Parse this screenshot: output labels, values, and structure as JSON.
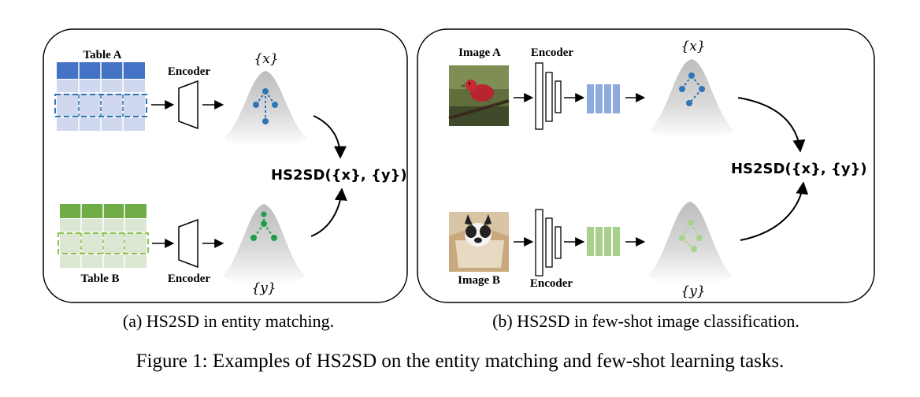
{
  "panel_a": {
    "table_a_label": "Table A",
    "table_b_label": "Table B",
    "encoder_top_label": "Encoder",
    "encoder_bottom_label": "Encoder",
    "set_top": "{x}",
    "set_bottom": "{y}",
    "metric": "HS2SD({x}, {y})",
    "caption": "(a)  HS2SD in entity matching.",
    "colors": {
      "blue": "#4472C4",
      "green": "#70AD47"
    }
  },
  "panel_b": {
    "image_a_label": "Image A",
    "image_b_label": "Image B",
    "encoder_top_label": "Encoder",
    "encoder_bottom_label": "Encoder",
    "set_top": "{x}",
    "set_bottom": "{y}",
    "metric": "HS2SD({x}, {y})",
    "caption": "(b)  HS2SD in few-shot image classification.",
    "image_a_icon": "bird-photo-icon",
    "image_b_icon": "dog-in-box-photo-icon",
    "colors": {
      "blue": "#8FAADC",
      "green": "#A9D18E"
    }
  },
  "figure_caption": "Figure 1: Examples of HS2SD on the entity matching and few-shot learning tasks."
}
